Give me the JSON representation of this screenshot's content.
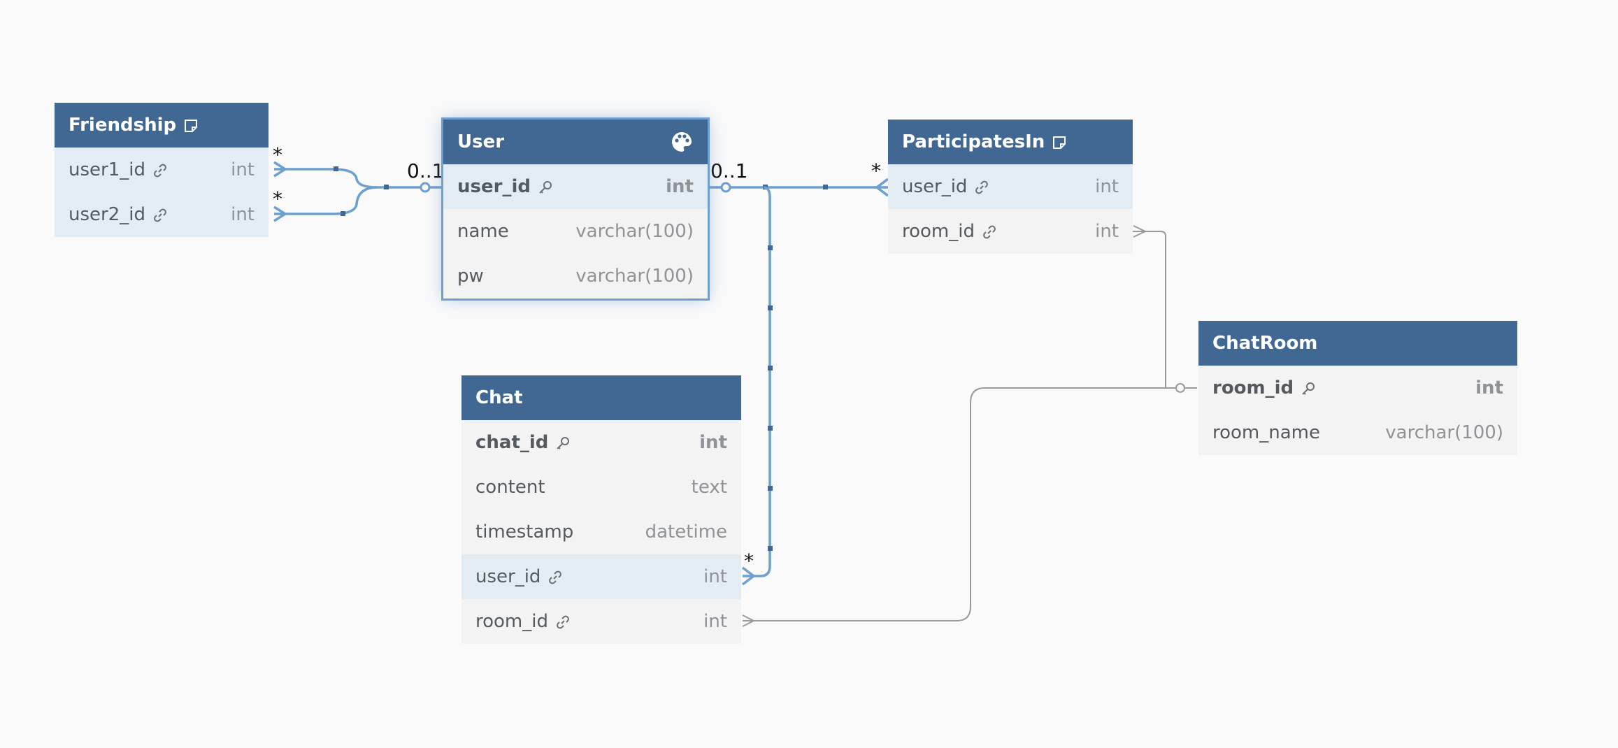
{
  "tables": {
    "friendship": {
      "name": "Friendship",
      "header_icon": "note-icon",
      "fields": [
        {
          "name": "user1_id",
          "type": "int",
          "icon": "link-icon"
        },
        {
          "name": "user2_id",
          "type": "int",
          "icon": "link-icon"
        }
      ]
    },
    "user": {
      "name": "User",
      "header_icon": "palette-icon",
      "fields": [
        {
          "name": "user_id",
          "type": "int",
          "icon": "key-icon"
        },
        {
          "name": "name",
          "type": "varchar(100)"
        },
        {
          "name": "pw",
          "type": "varchar(100)"
        }
      ]
    },
    "participatesin": {
      "name": "ParticipatesIn",
      "header_icon": "note-icon",
      "fields": [
        {
          "name": "user_id",
          "type": "int",
          "icon": "link-icon"
        },
        {
          "name": "room_id",
          "type": "int",
          "icon": "link-icon"
        }
      ]
    },
    "chatroom": {
      "name": "ChatRoom",
      "fields": [
        {
          "name": "room_id",
          "type": "int",
          "icon": "key-icon"
        },
        {
          "name": "room_name",
          "type": "varchar(100)"
        }
      ]
    },
    "chat": {
      "name": "Chat",
      "fields": [
        {
          "name": "chat_id",
          "type": "int",
          "icon": "key-icon"
        },
        {
          "name": "content",
          "type": "text"
        },
        {
          "name": "timestamp",
          "type": "datetime"
        },
        {
          "name": "user_id",
          "type": "int",
          "icon": "link-icon"
        },
        {
          "name": "room_id",
          "type": "int",
          "icon": "link-icon"
        }
      ]
    }
  },
  "cardinality": {
    "many": "*",
    "zero_or_one": "0..1"
  },
  "colors": {
    "header": "#406893",
    "highlight_link": "#6d9fd0",
    "plain_link": "#9a9a9a",
    "row_highlight": "#e4ecf3",
    "background": "#fafafa"
  }
}
